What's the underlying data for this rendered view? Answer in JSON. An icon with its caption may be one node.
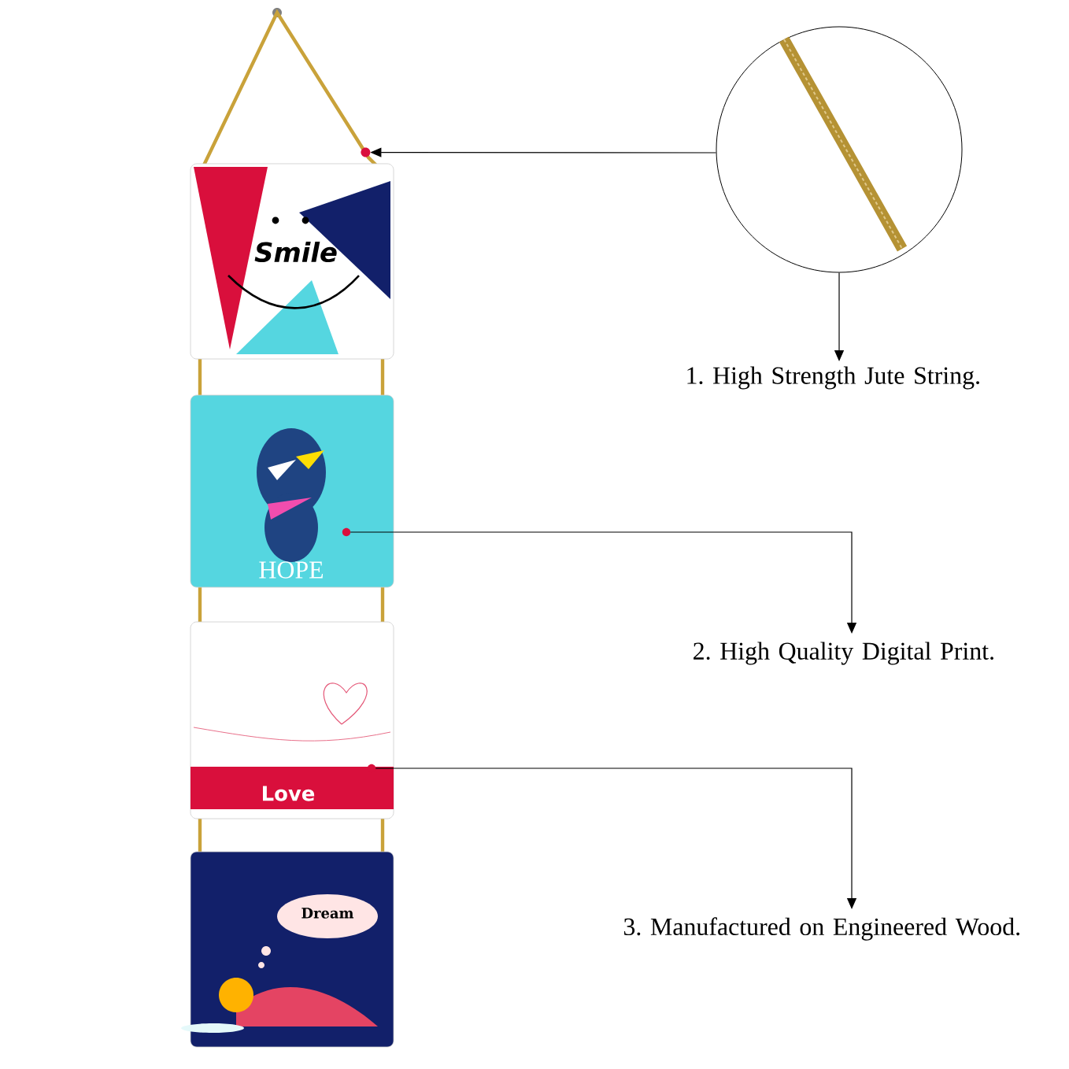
{
  "diagram": {
    "nodes": [
      {
        "text": [
          "Smile"
        ]
      },
      {
        "text": [
          "HOPE"
        ]
      },
      {
        "text": [
          "Love"
        ]
      },
      {
        "text": [
          "Dream"
        ]
      },
      {
        "text": [],
        "shape": "circle"
      },
      {
        "text": [
          "1. High Strength Jute String."
        ]
      },
      {
        "text": [
          "2. High Quality Digital Print."
        ]
      },
      {
        "text": [
          "3. Manufactured on Engineered Wood."
        ]
      }
    ],
    "edges": [
      {
        "from": 4,
        "to": 0,
        "arrow": "to"
      },
      {
        "from": 4,
        "to": 5,
        "arrow": "to"
      },
      {
        "from": 1,
        "to": 6,
        "arrow": "to"
      },
      {
        "from": 2,
        "to": 7,
        "arrow": "to"
      }
    ]
  }
}
